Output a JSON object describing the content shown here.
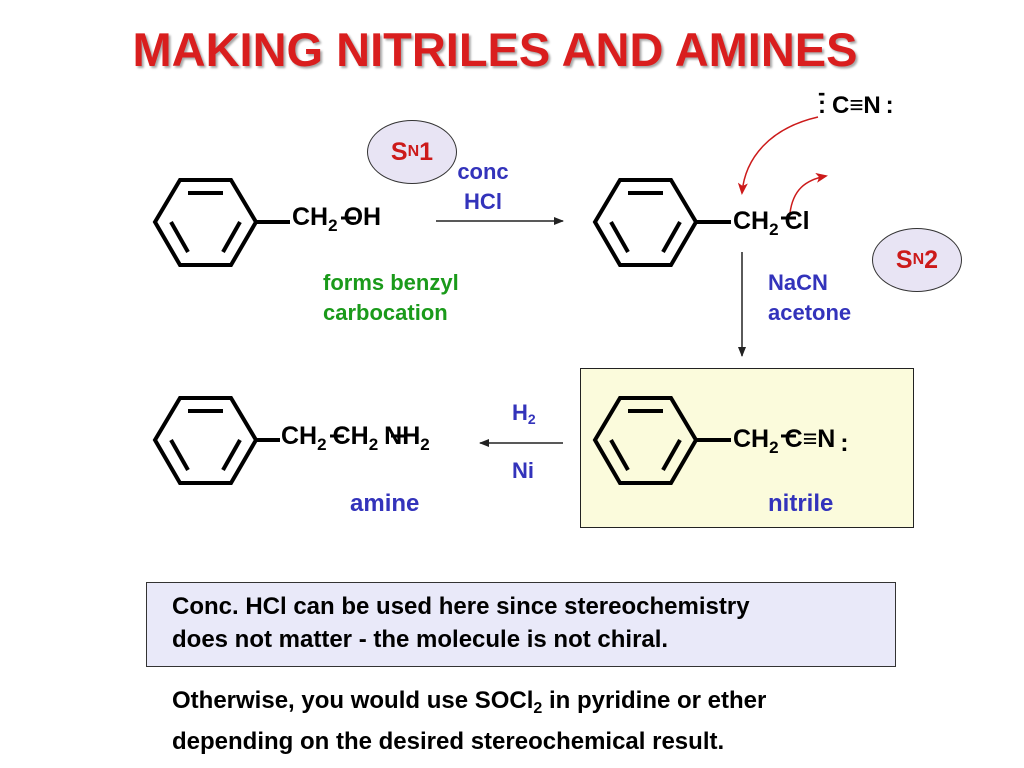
{
  "title": "MAKING NITRILES AND AMINES",
  "reactions": {
    "sn1_label": {
      "s": "S",
      "n": "N",
      "num": "1"
    },
    "sn2_label": {
      "s": "S",
      "n": "N",
      "num": "2"
    },
    "step1_reagents": [
      "conc",
      "HCl"
    ],
    "step1_note": [
      "forms benzyl",
      "carbocation"
    ],
    "step2_reagents": [
      "NaCN",
      "acetone"
    ],
    "step3_reagents": {
      "h": "H",
      "h_sub": "2",
      "catalyst": "Ni"
    },
    "nucleophile": {
      "charge": "-",
      "formula": "C≡N"
    }
  },
  "molecules": {
    "benzyl_alcohol": {
      "ch": "CH",
      "sub": "2",
      "group": "OH"
    },
    "benzyl_chloride": {
      "ch": "CH",
      "sub": "2",
      "group": "Cl"
    },
    "nitrile": {
      "ch": "CH",
      "sub": "2",
      "group": "C≡N",
      "label": "nitrile"
    },
    "amine": {
      "ch1": "CH",
      "sub1": "2",
      "ch2": "CH",
      "sub2": "2",
      "nh": "NH",
      "sub3": "2",
      "label": "amine"
    }
  },
  "notes": {
    "box_line1": "Conc. HCl can be used here since stereochemistry",
    "box_line2": "does not matter - the molecule is not chiral.",
    "bottom_line1_a": "Otherwise, you would use SOCl",
    "bottom_line1_sub": "2",
    "bottom_line1_b": " in pyridine or ether",
    "bottom_line2": "depending on the desired stereochemical result."
  },
  "colors": {
    "title": "#d91e1e",
    "reagent": "#3333bb",
    "note": "#1a9a1a",
    "sn_label": "#cc1a1a",
    "arrow": "#cc1a1a"
  }
}
